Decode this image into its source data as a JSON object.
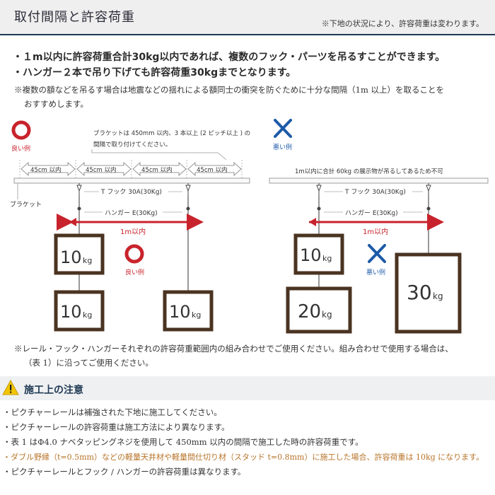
{
  "header": {
    "title": "取付間隔と許容荷重",
    "note": "※下地の状況により、許容荷重は変わります。"
  },
  "bullets": [
    "・１m以内に許容荷重合計30kg以内であれば、複数のフック・パーツを吊るすことができます。",
    "・ハンガー２本で吊り下げても許容荷重30kgまでとなります。"
  ],
  "notes": {
    "frame_note_line1": "※複数の額などを吊るす場合は地震などの揺れによる額同士の衝突を防ぐために十分な間隔（1m 以上）を取ることを",
    "frame_note_line2": "おすすめします。",
    "combination_line1": "※レール・フック・ハンガーそれぞれの許容荷重範囲内の組み合わせでご使用ください。組み合わせで使用する場合は、",
    "combination_line2": "（表 1）に沿ってご使用ください。"
  },
  "diagram": {
    "good_label": "良い例",
    "bad_label": "悪い例",
    "bracket_note_line1": "ブラケットは 450mm 以内、3 本以上 (2 ピッチ以上 ) の",
    "bracket_note_line2": "間隔で取り付けてください。",
    "spacing_labels": [
      "45cm 以内",
      "45cm 以内",
      "45cm 以内",
      "45cm 以内"
    ],
    "bracket_label": "ブラケット",
    "hook_label": "T フック 30A(30Kg)",
    "hanger_label": "ハンガー E(30Kg)",
    "distance_label": "1m以内",
    "bad_rail_note": "1m以内に合計 60kg の展示物が吊るしてあるため不可",
    "left_frames": [
      {
        "value": "10",
        "unit": "kg"
      },
      {
        "value": "10",
        "unit": "kg"
      },
      {
        "value": "10",
        "unit": "kg"
      }
    ],
    "right_frames": [
      {
        "value": "10",
        "unit": "kg"
      },
      {
        "value": "20",
        "unit": "kg"
      },
      {
        "value": "30",
        "unit": "kg"
      }
    ],
    "colors": {
      "good": "#c8232c",
      "bad": "#1d5aa8",
      "frame": "#4a3321",
      "arrow": "#c8232c"
    }
  },
  "caution": {
    "title": "施工上の注意",
    "items": [
      "・ピクチャーレールは補強された下地に施工してください。",
      "・ピクチャーレールの許容荷重は施工方法により異なります。",
      "・表 1 はΦ4.0 ナベタッピングネジを使用して 450mm 以内の間隔で施工した時の許容荷重です。",
      "・ダブル野縁（t=0.5mm）などの軽量天井材や軽量間仕切り材（スタッド t=0.8mm）に施工した場合、許容荷重は 10kg になります。",
      "・ピクチャーレールとフック / ハンガーの許容荷重は異なります。"
    ]
  }
}
